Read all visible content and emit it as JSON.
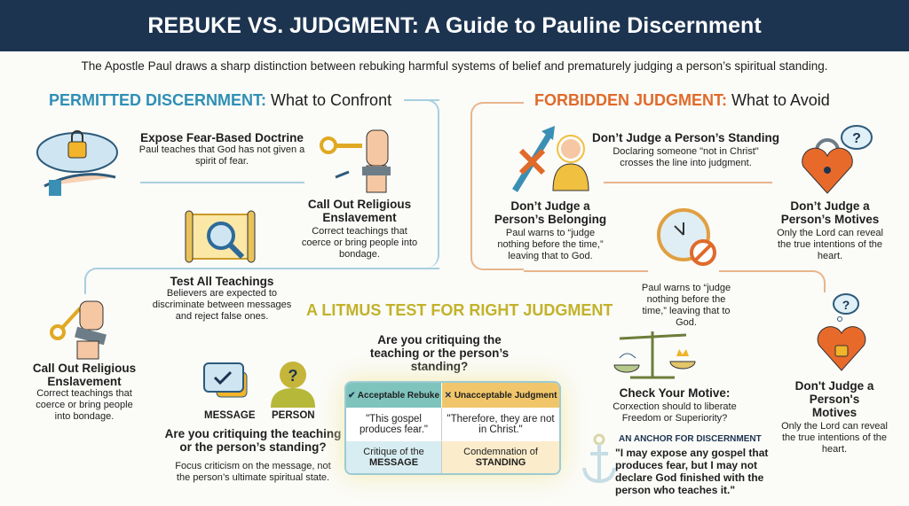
{
  "title": "REBUKE VS. JUDGMENT: A Guide to Pauline Discernment",
  "subtitle": "The Apostle Paul draws a sharp distinction between rebuking harmful systems of belief and prematurely judging a person’s spiritual standing.",
  "colors": {
    "header": "#1c3450",
    "permitted": "#2e8fb5",
    "forbidden": "#e06a2a",
    "litmus": "#c2b22a"
  },
  "permitted": {
    "heading_accent": "PERMITTED DISCERNMENT:",
    "heading_rest": " What to Confront",
    "items": [
      {
        "title": "Expose Fear-Based Doctrine",
        "desc": "Paul teaches that God has not given a spirit of fear.",
        "icon": "cloud-lock-icon"
      },
      {
        "title": "Call Out Religious Enslavement",
        "desc": "Correct teachings that coerce or bring people into bondage.",
        "icon": "key-fist-icon"
      },
      {
        "title": "Test All Teachings",
        "desc": "Believers are expected to discriminate between messages and reject false ones.",
        "icon": "scroll-magnifier-icon"
      },
      {
        "title": "Call Out Religious Enslavement",
        "desc": "Correct teachings that coerce or bring people into bondage.",
        "icon": "key-fist-icon"
      }
    ]
  },
  "forbidden": {
    "heading_accent": "FORBIDDEN JUDGMENT:",
    "heading_rest": " What to Avoid",
    "items": [
      {
        "title": "Don’t Judge a Person’s Standing",
        "desc": "Doclaring someone \"not in Christ\" crosses the line into judgment."
      },
      {
        "title": "Don’t Judge a Person’s Belonging",
        "desc": "Paul warns to “judge nothing before the time,” leaving that to God."
      },
      {
        "title": "Don’t Judge a Person’s Motives",
        "desc": "Only the Lord can reveal the true intentions of the heart."
      },
      {
        "title": "",
        "desc": "Paul warns to “judge nothing before the time,” leaving that to God."
      },
      {
        "title": "Check Your Motive:",
        "desc": "Corxection should to liberate Freedom or Superiority?"
      },
      {
        "title": "Don't Judge a Person's Motives",
        "desc": "Only the Lord can reveal the true intentions of the heart."
      }
    ]
  },
  "litmus": {
    "heading": "A LITMUS TEST FOR RIGHT JUDGMENT",
    "question": "Are you critiquing the teaching or the person’s standing?",
    "message_label": "MESSAGE",
    "person_label": "PERSON",
    "question2": "Are you critiquing the teaching or the person’s standing?",
    "focus": "Focus criticism on the message, not the person’s ultimate spiritual state.",
    "table": {
      "headers": [
        "Acceptable Rebuke",
        "Unacceptable Judgment"
      ],
      "quotes": [
        "\"This gospel produces fear.\"",
        "\"Therefore, they are not in Christ.\""
      ],
      "labels": [
        [
          "Critique of the",
          "MESSAGE"
        ],
        [
          "Condemnation of",
          "STANDING"
        ]
      ]
    }
  },
  "anchor": {
    "heading": "AN ANCHOR FOR DISCERNMENT",
    "quote": "\"I may expose any gospel that produces fear, but I may not declare God finished with the person who teaches it.\""
  }
}
